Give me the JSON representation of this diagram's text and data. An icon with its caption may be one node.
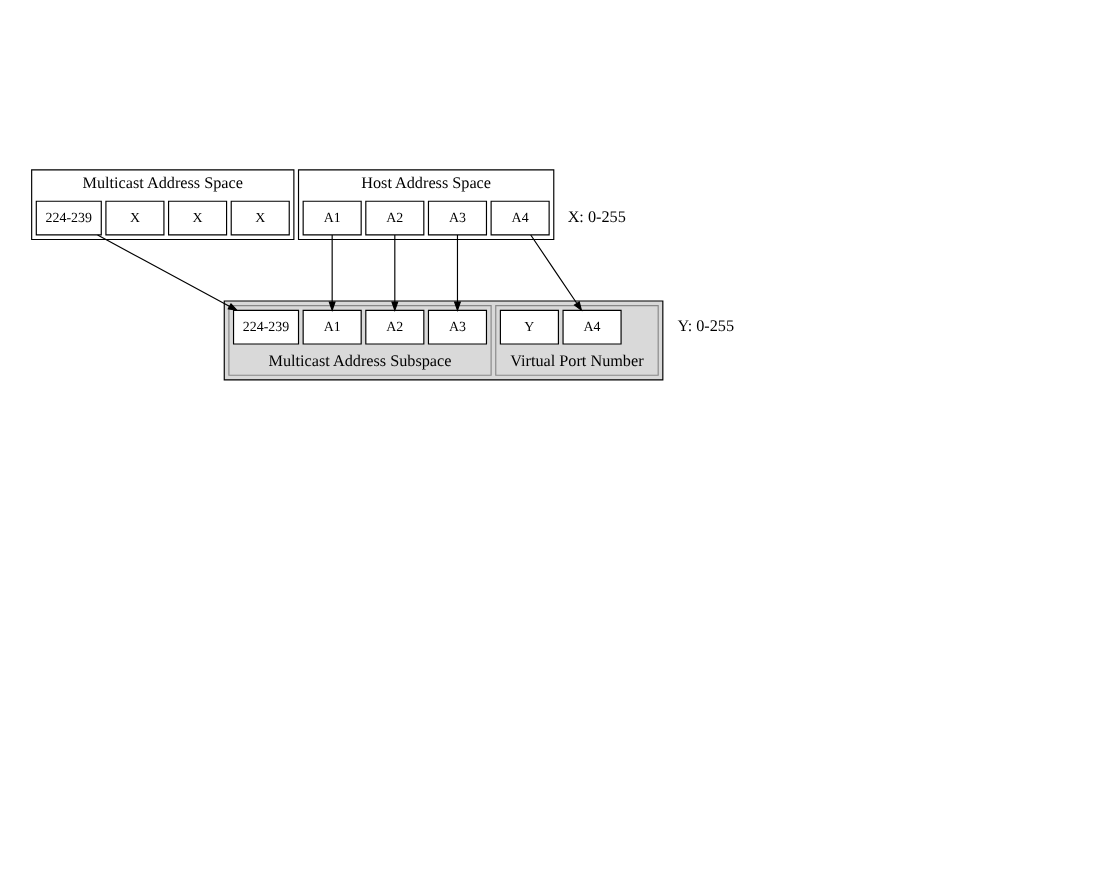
{
  "diagram": {
    "nodes": [
      {
        "text": [
          "Multicast Address Space"
        ]
      },
      {
        "text": [
          "224-239"
        ],
        "in": 0
      },
      {
        "text": [
          "X"
        ],
        "in": 0
      },
      {
        "text": [
          "X"
        ],
        "in": 0
      },
      {
        "text": [
          "X"
        ],
        "in": 0
      },
      {
        "text": [
          "Host Address Space"
        ]
      },
      {
        "text": [
          "A1"
        ],
        "in": 5
      },
      {
        "text": [
          "A2"
        ],
        "in": 5
      },
      {
        "text": [
          "A3"
        ],
        "in": 5
      },
      {
        "text": [
          "A4"
        ],
        "in": 5
      },
      {
        "text": [],
        "shape": "box"
      },
      {
        "text": [
          "Multicast Address Subspace"
        ],
        "in": 10
      },
      {
        "text": [
          "224-239"
        ],
        "in": 11
      },
      {
        "text": [
          "A1"
        ],
        "in": 11
      },
      {
        "text": [
          "A2"
        ],
        "in": 11
      },
      {
        "text": [
          "A3"
        ],
        "in": 11
      },
      {
        "text": [
          "Virtual Port Number"
        ],
        "in": 10
      },
      {
        "text": [
          "Y"
        ],
        "in": 16
      },
      {
        "text": [
          "A4"
        ],
        "in": 16
      }
    ],
    "edges": [
      {
        "from": 1,
        "to": 12,
        "arrow": "to"
      },
      {
        "from": 6,
        "to": 13,
        "arrow": "to"
      },
      {
        "from": 7,
        "to": 14,
        "arrow": "to"
      },
      {
        "from": 8,
        "to": 15,
        "arrow": "to"
      },
      {
        "from": 9,
        "to": 18,
        "arrow": "to"
      }
    ],
    "labels": [
      "X: 0-255",
      "Y: 0-255"
    ]
  }
}
